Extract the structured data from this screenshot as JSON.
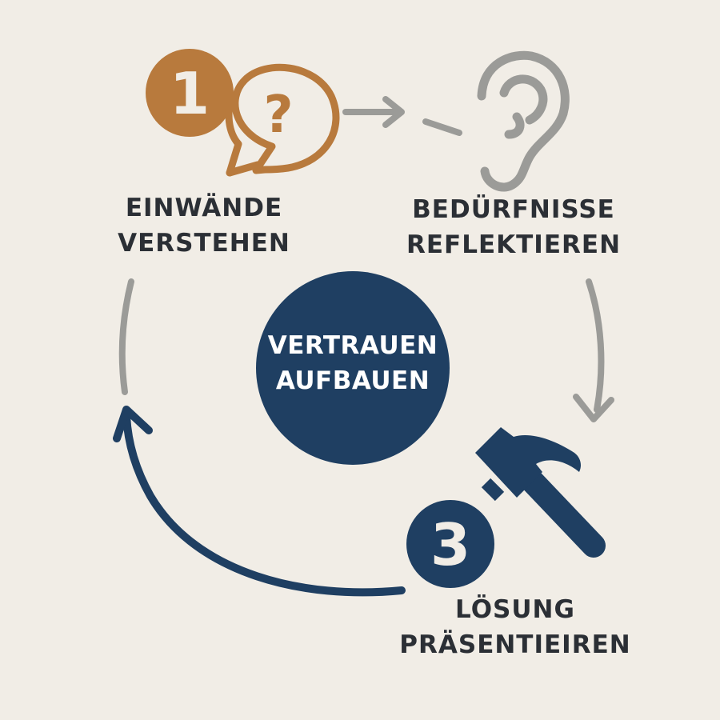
{
  "center": {
    "line1": "VERTRAUEN",
    "line2": "AUFBAUEN"
  },
  "steps": [
    {
      "number": "1",
      "line1": "EINWÄNDE",
      "line2": "VERSTEHEN",
      "icon": "question-speech-bubble-icon"
    },
    {
      "line1": "BEDÜRFNISSE",
      "line2": "REFLEKTIEREN",
      "icon": "ear-icon"
    },
    {
      "number": "3",
      "line1": "LÖSUNG",
      "line2": "PRÄSENTIEIREN",
      "icon": "hammer-icon"
    }
  ],
  "bubble_symbol": "?",
  "colors": {
    "background": "#f1ede6",
    "orange": "#b87a3d",
    "navy": "#1f3f62",
    "gray": "#9b9b98",
    "text": "#2b2f35"
  }
}
